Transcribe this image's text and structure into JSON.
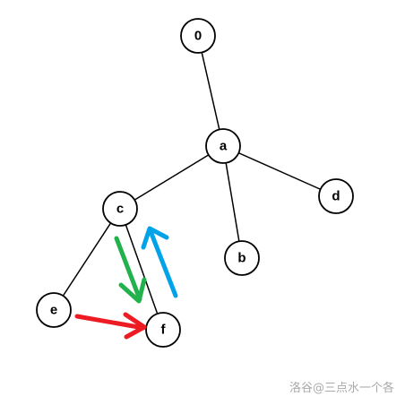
{
  "tree": {
    "nodes": [
      {
        "id": "0",
        "label": "0"
      },
      {
        "id": "a",
        "label": "a"
      },
      {
        "id": "b",
        "label": "b"
      },
      {
        "id": "c",
        "label": "c"
      },
      {
        "id": "d",
        "label": "d"
      },
      {
        "id": "e",
        "label": "e"
      },
      {
        "id": "f",
        "label": "f"
      }
    ],
    "edges": [
      {
        "from": "0",
        "to": "a"
      },
      {
        "from": "a",
        "to": "c"
      },
      {
        "from": "a",
        "to": "b"
      },
      {
        "from": "a",
        "to": "d"
      },
      {
        "from": "c",
        "to": "e"
      },
      {
        "from": "c",
        "to": "f"
      }
    ]
  },
  "arrows": [
    {
      "name": "green-arrow",
      "color": "#22b14c",
      "from": "c",
      "to": "f"
    },
    {
      "name": "blue-arrow",
      "color": "#00a2e8",
      "from": "f",
      "to": "c"
    },
    {
      "name": "red-arrow",
      "color": "#ed1c24",
      "from": "e",
      "to": "f"
    }
  ],
  "watermark": "洛谷@三点水一个各"
}
